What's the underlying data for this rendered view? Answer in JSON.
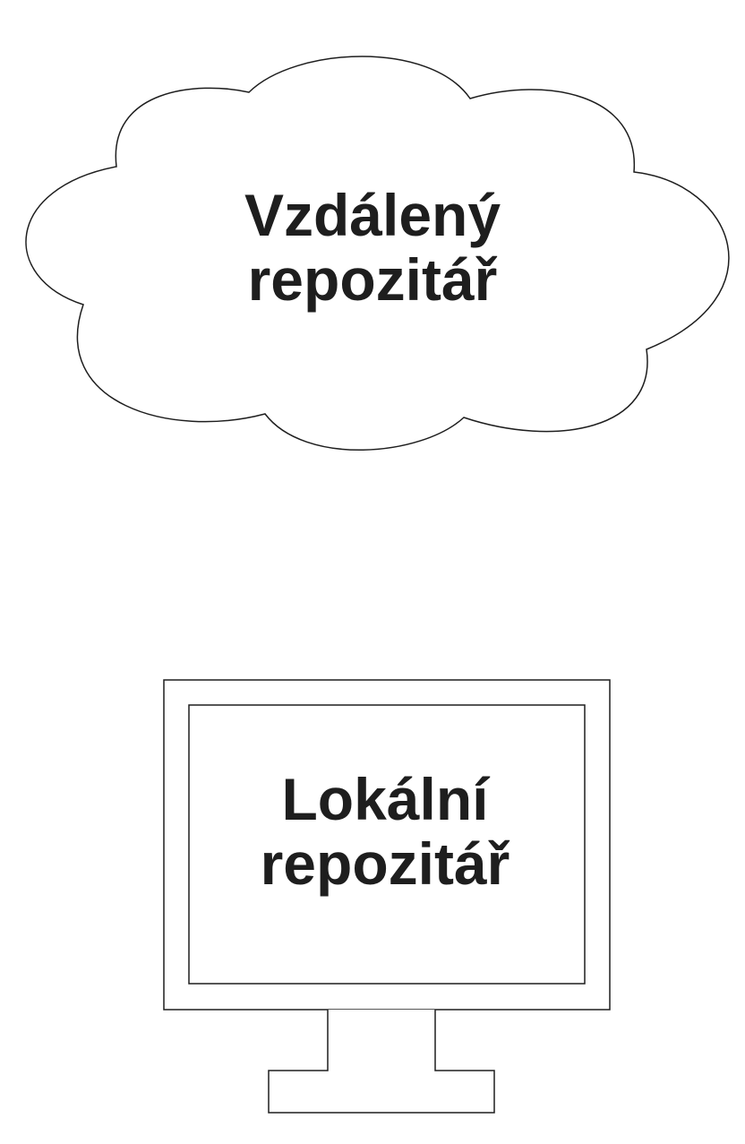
{
  "cloud": {
    "line1": "Vzdálený",
    "line2": "repozitář"
  },
  "computer": {
    "line1": "Lokální",
    "line2": "repozitář"
  },
  "colors": {
    "stroke": "#1e1e1e",
    "text": "#1e1e1e",
    "background": "#ffffff"
  }
}
